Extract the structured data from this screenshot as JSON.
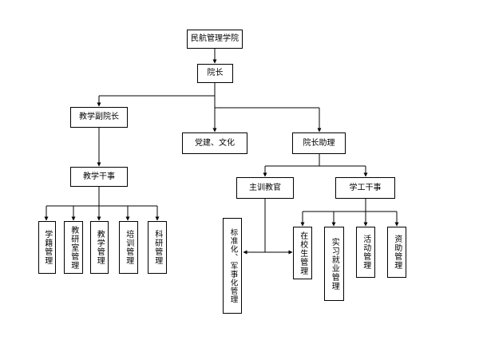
{
  "org_chart": {
    "root": "民航管理学院",
    "dean": "院长",
    "vice_dean_teaching": "教学副院长",
    "party_culture": "党建、文化",
    "dean_assistant": "院长助理",
    "teaching_officer": "教学干事",
    "teaching_units": [
      "学籍管理",
      "教研室管理",
      "教学管理",
      "培训管理",
      "科研管理"
    ],
    "chief_instructor": "主训教官",
    "student_affairs_officer": "学工干事",
    "standardization": "标准化、军事化管理",
    "student_units": [
      "在校生管理",
      "实习就业管理",
      "活动管理",
      "资助管理"
    ]
  },
  "colors": {
    "line": "#000000",
    "box_border": "#000000",
    "background": "#ffffff"
  }
}
